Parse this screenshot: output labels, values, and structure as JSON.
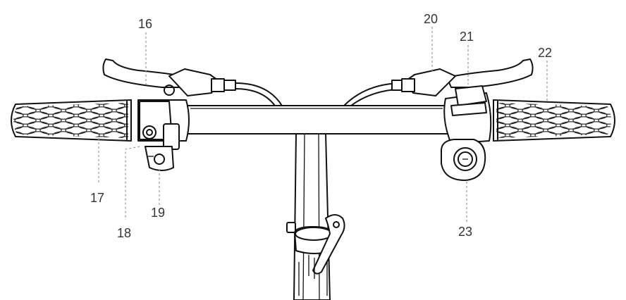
{
  "diagram": {
    "callouts": {
      "c16": "16",
      "c17": "17",
      "c18": "18",
      "c19": "19",
      "c20": "20",
      "c21": "21",
      "c22": "22",
      "c23": "23"
    }
  }
}
